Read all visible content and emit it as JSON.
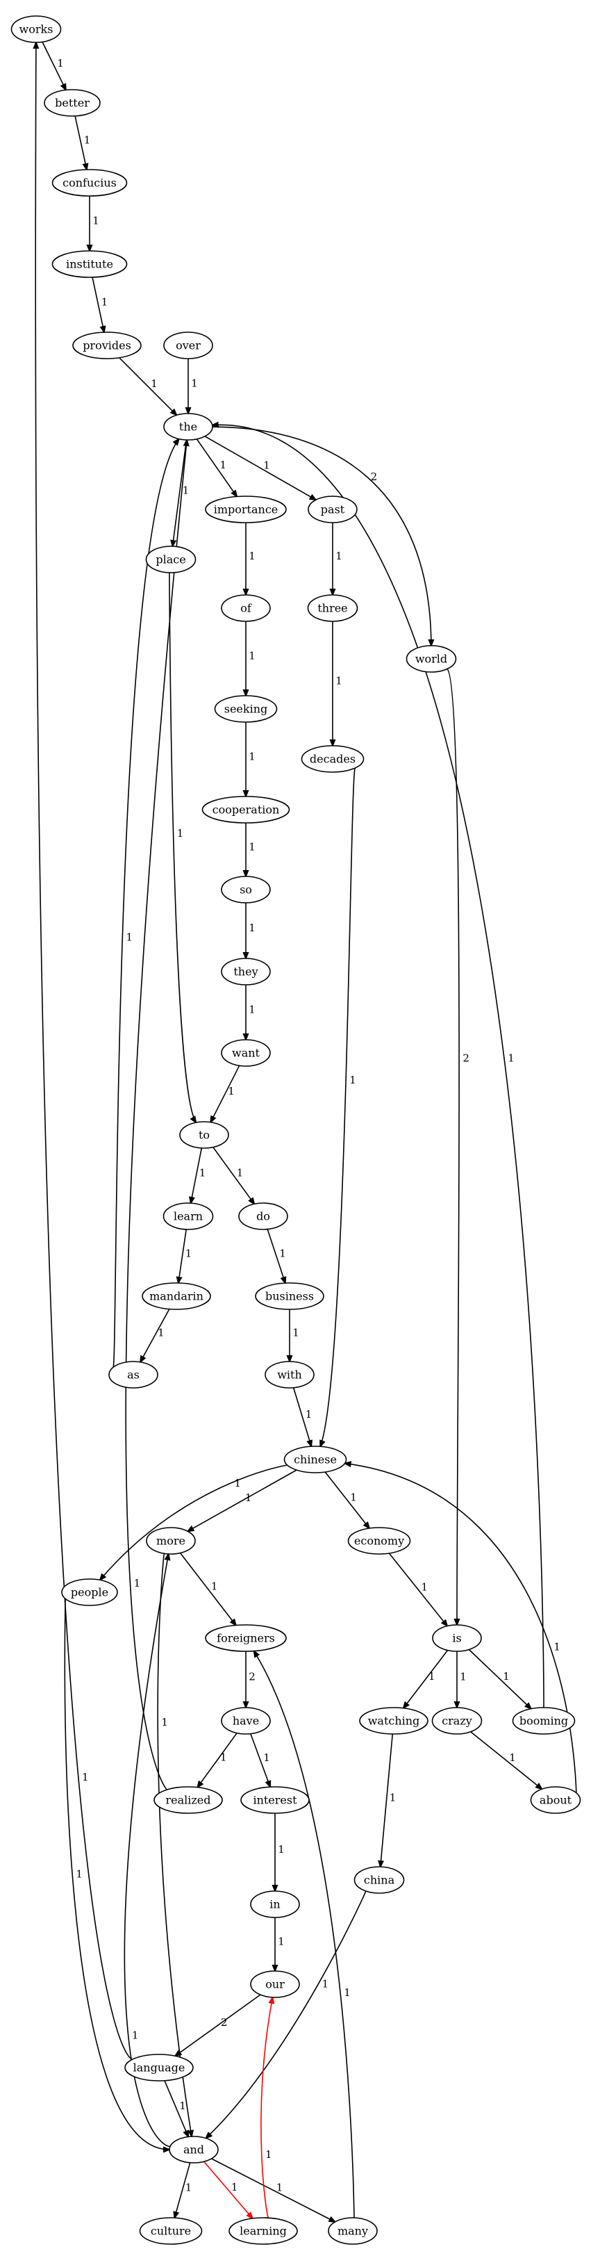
{
  "colors": {
    "default": "#000000",
    "highlight": "#ff0000"
  },
  "nodes": [
    {
      "id": "works",
      "label": "works"
    },
    {
      "id": "better",
      "label": "better"
    },
    {
      "id": "confucius",
      "label": "confucius"
    },
    {
      "id": "institute",
      "label": "institute"
    },
    {
      "id": "provides",
      "label": "provides"
    },
    {
      "id": "over",
      "label": "over"
    },
    {
      "id": "the",
      "label": "the"
    },
    {
      "id": "importance",
      "label": "importance"
    },
    {
      "id": "past",
      "label": "past"
    },
    {
      "id": "place",
      "label": "place"
    },
    {
      "id": "of",
      "label": "of"
    },
    {
      "id": "three",
      "label": "three"
    },
    {
      "id": "world",
      "label": "world"
    },
    {
      "id": "seeking",
      "label": "seeking"
    },
    {
      "id": "decades",
      "label": "decades"
    },
    {
      "id": "cooperation",
      "label": "cooperation"
    },
    {
      "id": "so",
      "label": "so"
    },
    {
      "id": "they",
      "label": "they"
    },
    {
      "id": "want",
      "label": "want"
    },
    {
      "id": "to",
      "label": "to"
    },
    {
      "id": "learn",
      "label": "learn"
    },
    {
      "id": "do",
      "label": "do"
    },
    {
      "id": "mandarin",
      "label": "mandarin"
    },
    {
      "id": "business",
      "label": "business"
    },
    {
      "id": "as",
      "label": "as"
    },
    {
      "id": "with",
      "label": "with"
    },
    {
      "id": "chinese",
      "label": "chinese"
    },
    {
      "id": "more",
      "label": "more"
    },
    {
      "id": "economy",
      "label": "economy"
    },
    {
      "id": "people",
      "label": "people"
    },
    {
      "id": "foreigners",
      "label": "foreigners"
    },
    {
      "id": "is",
      "label": "is"
    },
    {
      "id": "have",
      "label": "have"
    },
    {
      "id": "watching",
      "label": "watching"
    },
    {
      "id": "crazy",
      "label": "crazy"
    },
    {
      "id": "booming",
      "label": "booming"
    },
    {
      "id": "realized",
      "label": "realized"
    },
    {
      "id": "interest",
      "label": "interest"
    },
    {
      "id": "about",
      "label": "about"
    },
    {
      "id": "china",
      "label": "china"
    },
    {
      "id": "in",
      "label": "in"
    },
    {
      "id": "our",
      "label": "our"
    },
    {
      "id": "language",
      "label": "language"
    },
    {
      "id": "and",
      "label": "and"
    },
    {
      "id": "culture",
      "label": "culture"
    },
    {
      "id": "learning",
      "label": "learning"
    },
    {
      "id": "many",
      "label": "many"
    }
  ],
  "edges": [
    {
      "from": "works",
      "to": "better",
      "label": "1"
    },
    {
      "from": "better",
      "to": "confucius",
      "label": "1"
    },
    {
      "from": "confucius",
      "to": "institute",
      "label": "1"
    },
    {
      "from": "institute",
      "to": "provides",
      "label": "1"
    },
    {
      "from": "provides",
      "to": "the",
      "label": "1"
    },
    {
      "from": "over",
      "to": "the",
      "label": "1"
    },
    {
      "from": "the",
      "to": "place",
      "label": "1"
    },
    {
      "from": "the",
      "to": "importance",
      "label": "1"
    },
    {
      "from": "the",
      "to": "past",
      "label": "1"
    },
    {
      "from": "the",
      "to": "world",
      "label": "2"
    },
    {
      "from": "importance",
      "to": "of",
      "label": "1"
    },
    {
      "from": "of",
      "to": "seeking",
      "label": "1"
    },
    {
      "from": "seeking",
      "to": "cooperation",
      "label": "1"
    },
    {
      "from": "cooperation",
      "to": "so",
      "label": "1"
    },
    {
      "from": "so",
      "to": "they",
      "label": "1"
    },
    {
      "from": "they",
      "to": "want",
      "label": "1"
    },
    {
      "from": "want",
      "to": "to",
      "label": "1"
    },
    {
      "from": "place",
      "to": "to",
      "label": "1"
    },
    {
      "from": "past",
      "to": "three",
      "label": "1"
    },
    {
      "from": "three",
      "to": "decades",
      "label": "1"
    },
    {
      "from": "decades",
      "to": "chinese",
      "label": "1"
    },
    {
      "from": "world",
      "to": "is",
      "label": "2"
    },
    {
      "from": "to",
      "to": "learn",
      "label": "1"
    },
    {
      "from": "to",
      "to": "do",
      "label": "1"
    },
    {
      "from": "learn",
      "to": "mandarin",
      "label": "1"
    },
    {
      "from": "mandarin",
      "to": "as",
      "label": "1"
    },
    {
      "from": "as",
      "to": "the",
      "label": "1"
    },
    {
      "from": "do",
      "to": "business",
      "label": "1"
    },
    {
      "from": "business",
      "to": "with",
      "label": "1"
    },
    {
      "from": "with",
      "to": "chinese",
      "label": "1"
    },
    {
      "from": "chinese",
      "to": "people",
      "label": "1"
    },
    {
      "from": "chinese",
      "to": "more",
      "label": "1"
    },
    {
      "from": "chinese",
      "to": "economy",
      "label": "1"
    },
    {
      "from": "economy",
      "to": "is",
      "label": "1"
    },
    {
      "from": "is",
      "to": "watching",
      "label": "1"
    },
    {
      "from": "is",
      "to": "crazy",
      "label": "1"
    },
    {
      "from": "is",
      "to": "booming",
      "label": "1"
    },
    {
      "from": "booming",
      "to": "the",
      "label": "1"
    },
    {
      "from": "crazy",
      "to": "about",
      "label": "1"
    },
    {
      "from": "about",
      "to": "chinese",
      "label": "1"
    },
    {
      "from": "more",
      "to": "foreigners",
      "label": "1"
    },
    {
      "from": "more",
      "to": "and",
      "label": "1"
    },
    {
      "from": "foreigners",
      "to": "have",
      "label": "2"
    },
    {
      "from": "have",
      "to": "realized",
      "label": "1"
    },
    {
      "from": "have",
      "to": "interest",
      "label": "1"
    },
    {
      "from": "realized",
      "to": "the",
      "label": "1"
    },
    {
      "from": "interest",
      "to": "in",
      "label": "1"
    },
    {
      "from": "in",
      "to": "our",
      "label": "1"
    },
    {
      "from": "our",
      "to": "language",
      "label": "2"
    },
    {
      "from": "language",
      "to": "and",
      "label": "1"
    },
    {
      "from": "language",
      "to": "works",
      "label": "1"
    },
    {
      "from": "watching",
      "to": "china",
      "label": "1"
    },
    {
      "from": "china",
      "to": "and",
      "label": "1"
    },
    {
      "from": "people",
      "to": "and",
      "label": "1"
    },
    {
      "from": "and",
      "to": "more",
      "label": "1"
    },
    {
      "from": "and",
      "to": "culture",
      "label": "1"
    },
    {
      "from": "and",
      "to": "learning",
      "label": "1",
      "highlight": true
    },
    {
      "from": "and",
      "to": "many",
      "label": "1"
    },
    {
      "from": "learning",
      "to": "our",
      "label": "1",
      "highlight": true
    },
    {
      "from": "many",
      "to": "foreigners",
      "label": "1"
    }
  ]
}
